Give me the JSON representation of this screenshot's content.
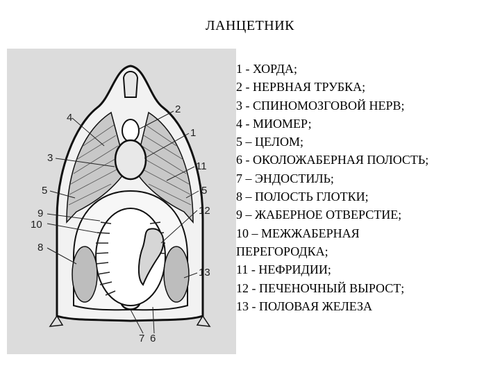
{
  "title": "ЛАНЦЕТНИК",
  "legend": [
    "1 - ХОРДА;",
    "2 - НЕРВНАЯ ТРУБКА;",
    "3 - СПИНОМОЗГОВОЙ НЕРВ;",
    "4 - МИОМЕР;",
    "5 – ЦЕЛОМ;",
    "6 - ОКОЛОЖАБЕРНАЯ ПОЛОСТЬ;",
    "7 – ЭНДОСТИЛЬ;",
    "8 – ПОЛОСТЬ ГЛОТКИ;",
    "9 – ЖАБЕРНОЕ ОТВЕРСТИЕ;",
    "10 – МЕЖЖАБЕРНАЯ",
    "ПЕРЕГОРОДКА;",
    "11 - НЕФРИДИИ;",
    "12 - ПЕЧЕНОЧНЫЙ ВЫРОСТ;",
    "13 - ПОЛОВАЯ ЖЕЛЕЗА"
  ],
  "figure_labels": {
    "n1": "1",
    "n2": "2",
    "n3": "3",
    "n4": "4",
    "n5_left": "5",
    "n5_right": "5",
    "n6": "6",
    "n7": "7",
    "n8": "8",
    "n9": "9",
    "n10": "10",
    "n11": "11",
    "n12": "12",
    "n13": "13"
  }
}
